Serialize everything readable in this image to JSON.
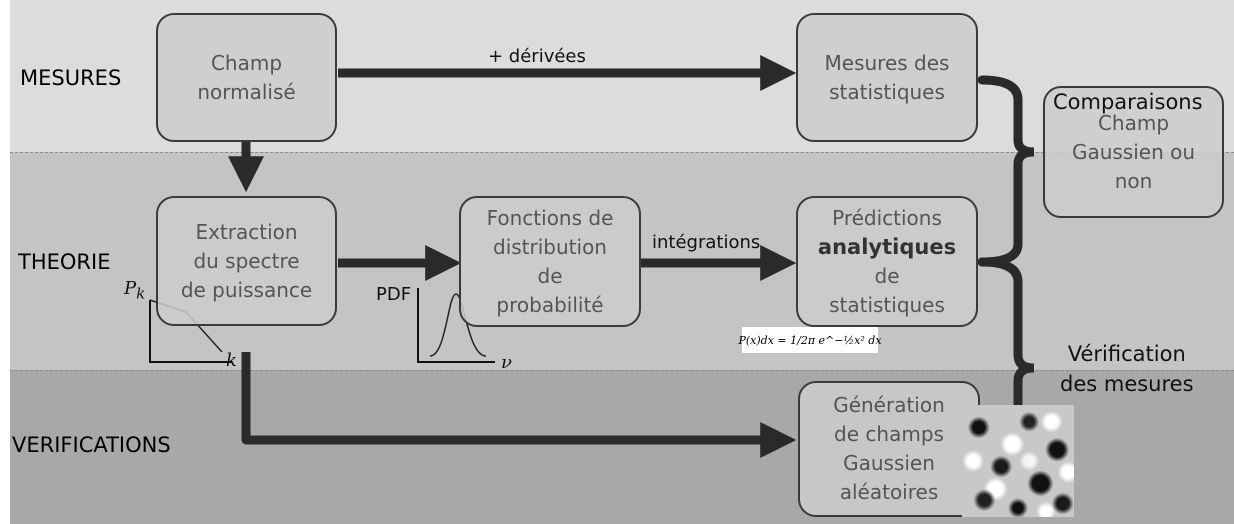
{
  "rows": {
    "mesures": "MESURES",
    "theorie": "THEORIE",
    "verifications": "VERIFICATIONS"
  },
  "boxes": {
    "champ": [
      "Champ",
      "normalisé"
    ],
    "mesures_stat": [
      "Mesures des",
      "statistiques"
    ],
    "extraction": [
      "Extraction",
      "du spectre",
      "de puissance"
    ],
    "fonctions": [
      "Fonctions de",
      "distribution",
      "de",
      "probabilité"
    ],
    "predictions": [
      "Prédictions",
      "analytiques",
      "de",
      "statistiques"
    ],
    "generation": [
      "Génération",
      "de champs",
      "Gaussien",
      "aléatoires"
    ],
    "comparaison_box": [
      "Champ",
      "Gaussien ou",
      "non"
    ]
  },
  "arrow_labels": {
    "derivees": "+ dérivées",
    "integrations": "intégrations"
  },
  "side_labels": {
    "comparaisons": "Comparaisons",
    "verification": [
      "Vérification",
      "des mesures"
    ]
  },
  "insets": {
    "spectrum_y": "P",
    "spectrum_y_sub": "k",
    "spectrum_x": "k",
    "pdf_y": "PDF",
    "pdf_x": "ν"
  },
  "formula": "P(x)dx = 1/2π e^−½x² dx",
  "colors": {
    "arrow": "#2a2a2a",
    "band_top": "#dcdcdc",
    "band_mid": "#c4c4c4",
    "band_bottom": "#a8a8a8"
  }
}
